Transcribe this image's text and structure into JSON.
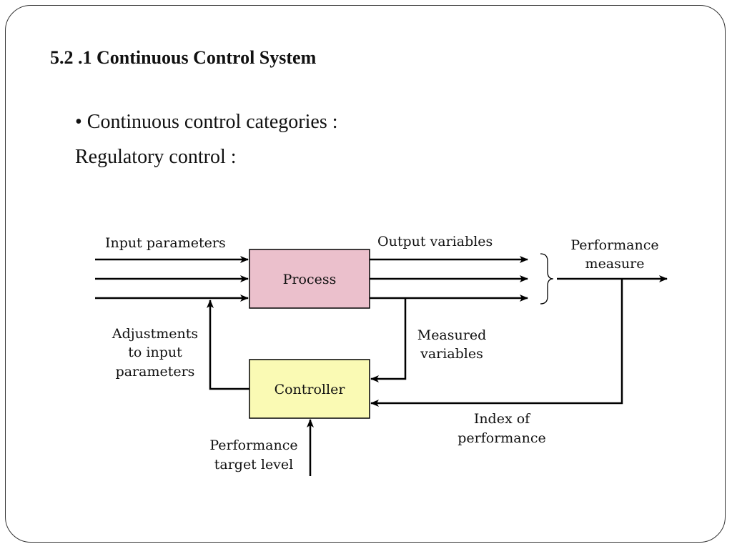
{
  "slide": {
    "title": "5.2 .1 Continuous Control System",
    "bullet": "• Continuous control categories :",
    "subline": "Regulatory control :"
  },
  "diagram": {
    "process_label": "Process",
    "controller_label": "Controller",
    "input_parameters": "Input parameters",
    "output_variables": "Output variables",
    "performance_measure": [
      "Performance",
      "measure"
    ],
    "adjustments": [
      "Adjustments",
      "to input",
      "parameters"
    ],
    "measured_variables": [
      "Measured",
      "variables"
    ],
    "index_of_performance": [
      "Index of",
      "performance"
    ],
    "performance_target": [
      "Performance",
      "target level"
    ],
    "colors": {
      "process_fill": "#ebc0cc",
      "controller_fill": "#fafab4",
      "line": "#000000"
    }
  }
}
